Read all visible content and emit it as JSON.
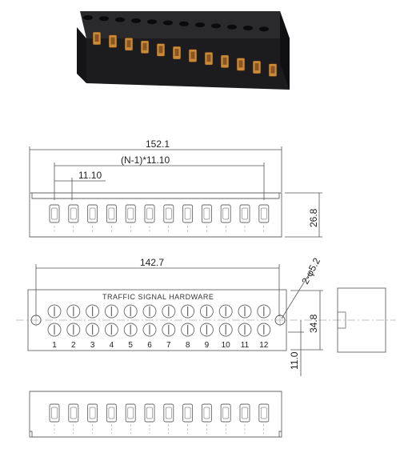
{
  "product_photo": {
    "alt": "12-position barrier terminal block",
    "body_color": "#1c1c1e",
    "contact_color": "#c98a3a"
  },
  "top_view": {
    "overall_length": "152.1",
    "pitch_span": "(N-1)*11.10",
    "pitch": "11.10",
    "height": "26.8"
  },
  "front_view": {
    "mounting_distance": "142.7",
    "mounting_holes": "2-φ5.2",
    "brand_text": "TRAFFIC SIGNAL HARDWARE",
    "side_height": "34.8",
    "offset": "11.0",
    "positions": [
      "1",
      "2",
      "3",
      "4",
      "5",
      "6",
      "7",
      "8",
      "9",
      "10",
      "11",
      "12"
    ]
  },
  "bottom_view": {
    "positions": 12
  },
  "colors": {
    "line": "#555555",
    "outline": "#666666",
    "background": "#ffffff"
  }
}
